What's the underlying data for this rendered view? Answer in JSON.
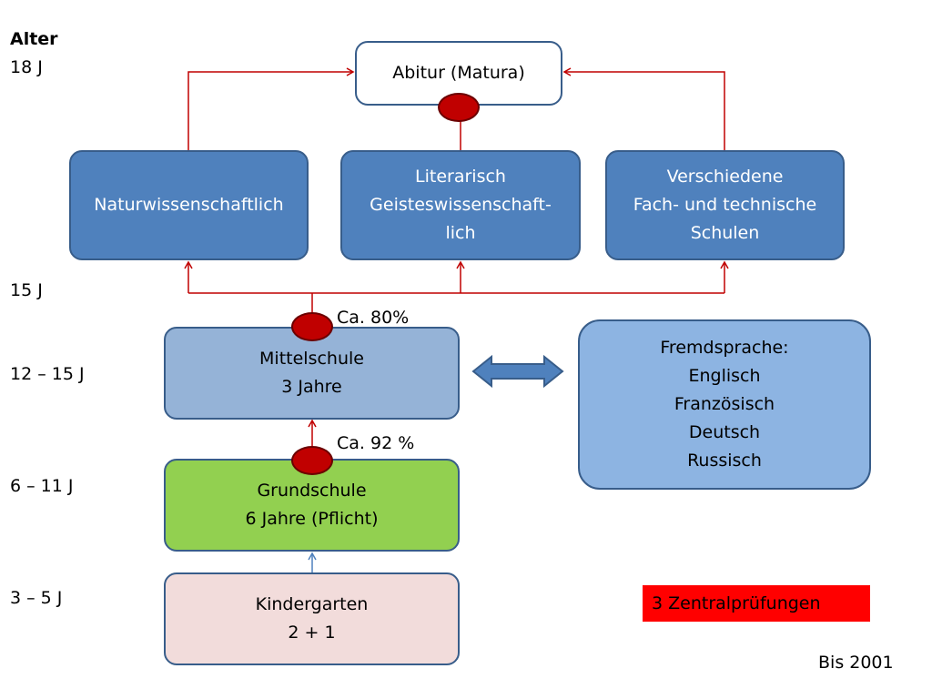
{
  "age_column": {
    "header": "Alter",
    "age_18": "18 J",
    "age_15": "15 J",
    "age_12_15": "12 – 15 J",
    "age_6_11": "6 – 11 J",
    "age_3_5": "3 – 5 J"
  },
  "boxes": {
    "abitur": [
      "Abitur (Matura)"
    ],
    "natur": [
      "Naturwissenschaftlich"
    ],
    "literarisch": [
      "Literarisch",
      "Geisteswissenschaft-",
      "lich"
    ],
    "fach": [
      "Verschiedene",
      "Fach- und technische",
      "Schulen"
    ],
    "mittelschule": [
      "Mittelschule",
      "3 Jahre"
    ],
    "fremdsprache": [
      "Fremdsprache:",
      "Englisch",
      "Französisch",
      "Deutsch",
      "Russisch"
    ],
    "grundschule": [
      "Grundschule",
      "6 Jahre (Pflicht)"
    ],
    "kindergarten": [
      "Kindergarten",
      "2 + 1"
    ]
  },
  "transitions": {
    "to_mittelschule": "Ca. 92 %",
    "to_oberstufe": "Ca. 80%"
  },
  "legend": {
    "zentralpruefungen": "3 Zentralprüfungen"
  },
  "footnote": "Bis 2001",
  "colors": {
    "track_blue": "#4f81bd",
    "mittelschule": "#95b3d7",
    "fremdsprache": "#8db4e2",
    "grundschule": "#92d050",
    "kindergarten": "#f2dcdb",
    "exam_marker": "#c00000",
    "legend_red": "#ff0000",
    "arrow_red": "#c00000"
  }
}
